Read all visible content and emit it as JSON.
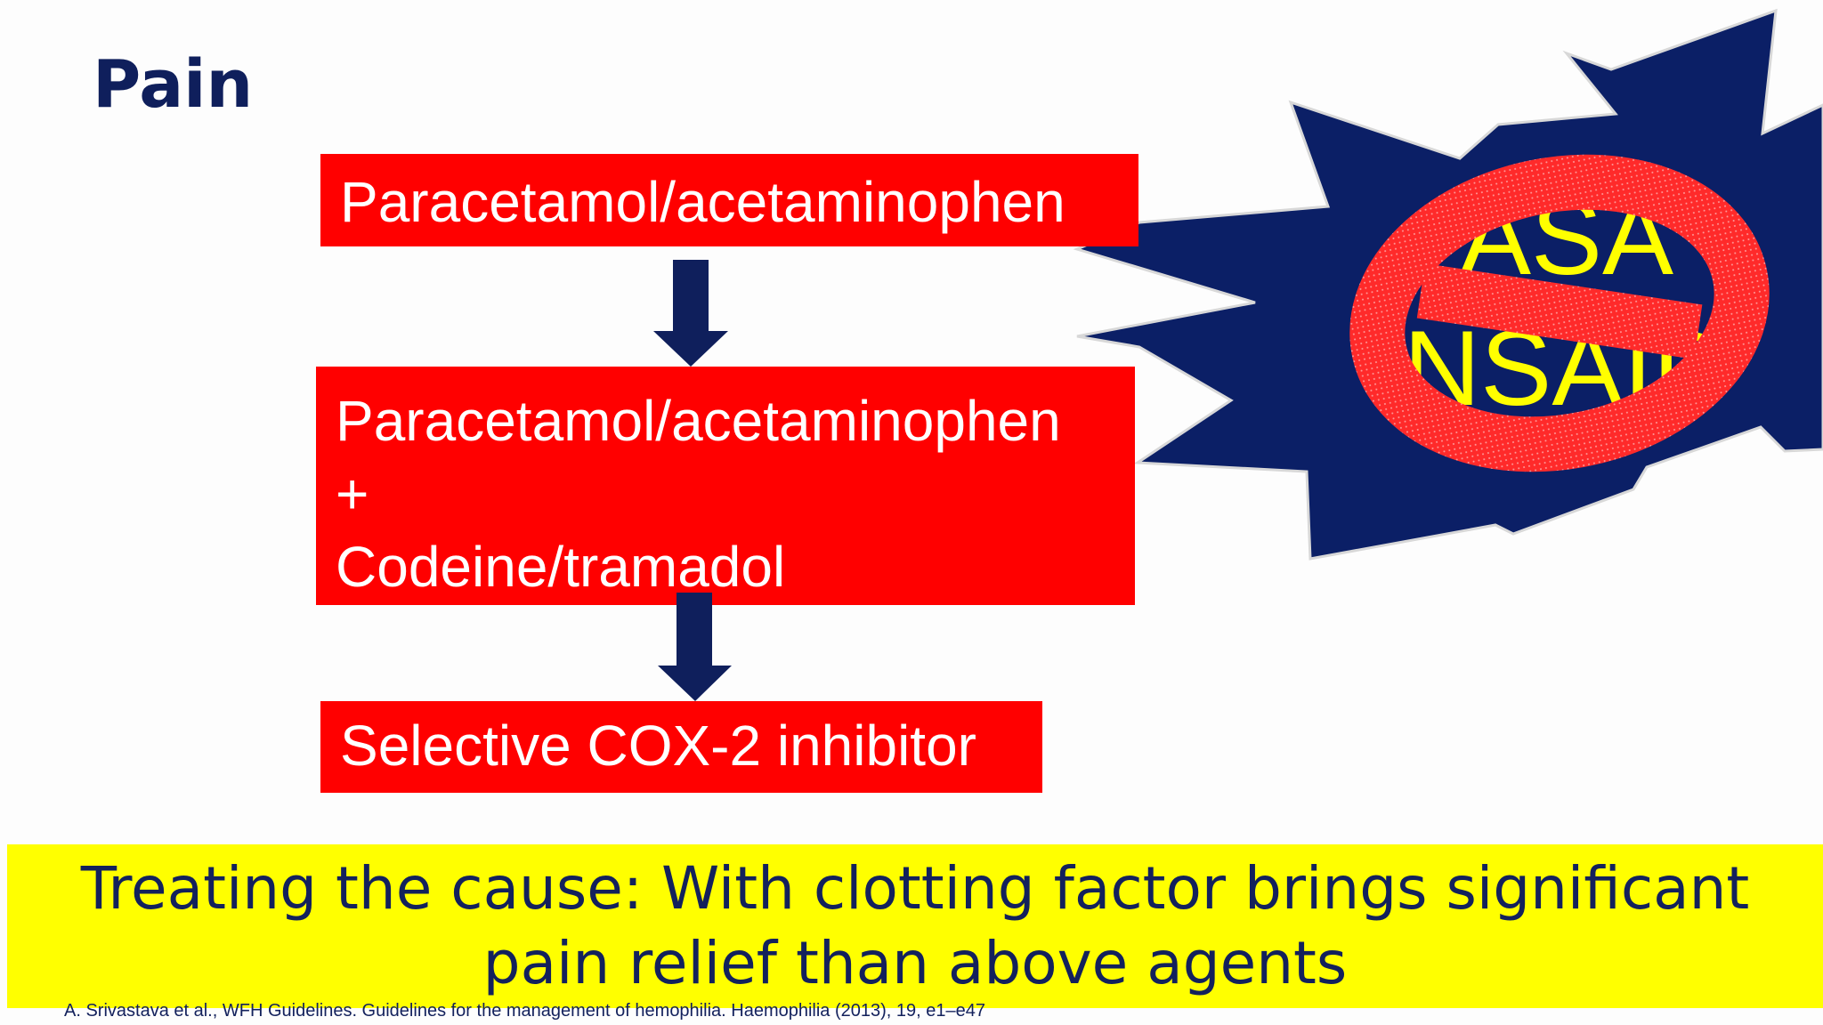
{
  "slide": {
    "title": "Pain",
    "steps": [
      {
        "label": "Paracetamol/acetaminophen"
      },
      {
        "lines": [
          "Paracetamol/acetaminophen",
          "+",
          "Codeine/tramadol"
        ]
      },
      {
        "label": "Selective COX-2 inhibitor"
      }
    ],
    "burst": {
      "label_line1": "ASA",
      "label_line2": "NSAID",
      "prohibition_icon": "no-symbol"
    },
    "banner": {
      "line1": "Treating the cause: With clotting factor brings significant",
      "line2": "pain relief than above agents"
    },
    "citation": "A. Srivastava et al., WFH Guidelines. Guidelines for the management of hemophilia. Haemophilia (2013), 19, e1–e47"
  },
  "colors": {
    "title": "#0f1f5c",
    "box": "#ff0000",
    "arrow": "#0f1f5c",
    "burst": "#0b1f66",
    "burst_text": "#ffff00",
    "banner": "#ffff00"
  }
}
